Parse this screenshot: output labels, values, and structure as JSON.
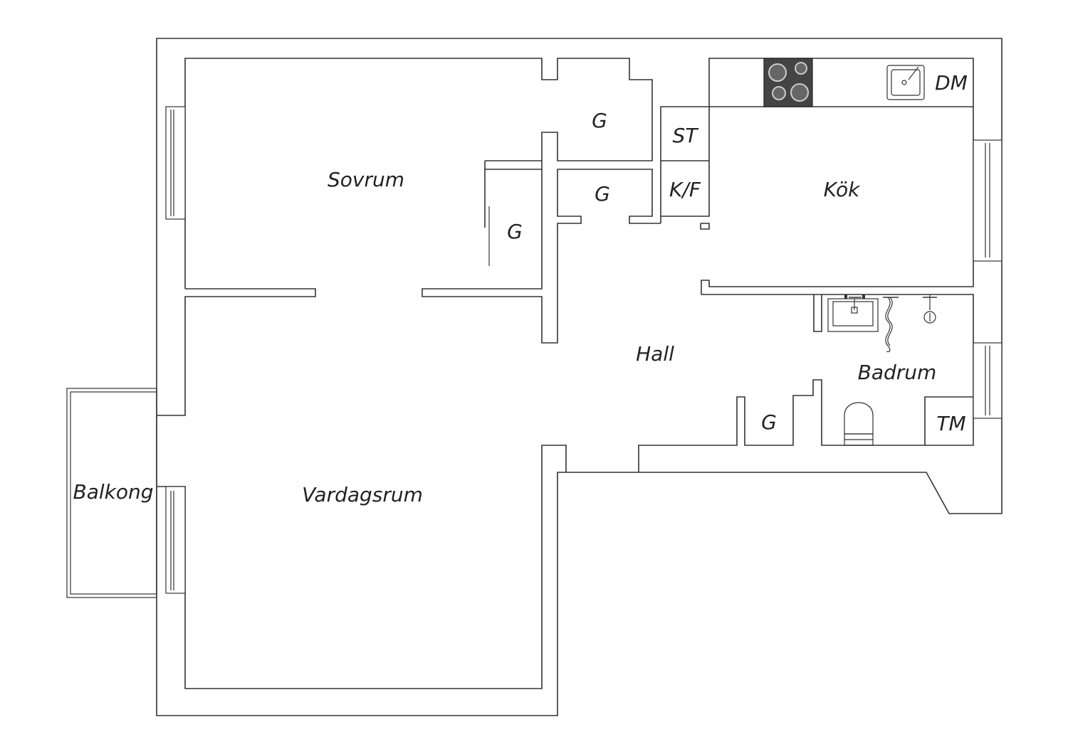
{
  "labels": {
    "sovrum": "Sovrum",
    "vardagsrum": "Vardagsrum",
    "balkong": "Balkong",
    "hall": "Hall",
    "kok": "Kök",
    "badrum": "Badrum",
    "garderob_top": "G",
    "garderob_mid": "G",
    "garderob_left": "G",
    "garderob_hall": "G",
    "st": "ST",
    "kf": "K/F",
    "dm": "DM",
    "tm": "TM"
  },
  "colors": {
    "wall_stroke": "#333333",
    "stove": "#444444",
    "background": "#ffffff"
  }
}
